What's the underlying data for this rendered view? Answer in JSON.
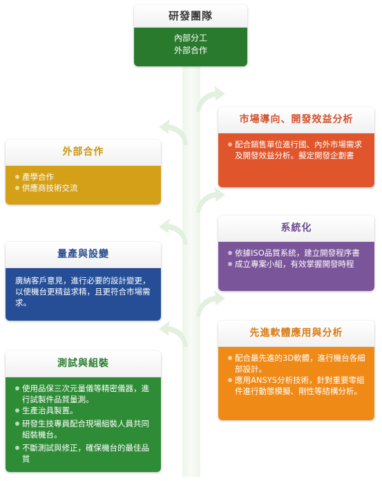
{
  "top": {
    "title": "研發團隊",
    "lines": [
      "內部分工",
      "外部合作"
    ],
    "color": "#2a7a2e"
  },
  "market": {
    "title": "市場導向、開發效益分析",
    "items": [
      "配合銷售單位進行國、內外市場需求及開發效益分析。擬定開發企劃書"
    ],
    "color": "#e0552b"
  },
  "external": {
    "title": "外部合作",
    "items": [
      "產學合作",
      "供應商技術交流"
    ],
    "color": "#d4a017"
  },
  "system": {
    "title": "系統化",
    "items": [
      "依據ISO品質系統，建立開發程序書",
      "成立專案小組，有效掌握開發時程"
    ],
    "color": "#7a5599"
  },
  "mass": {
    "title": "量產與設變",
    "text": "廣納客戶意見，進行必要的設計變更，以使機台更精益求精，且更符合市場需求。",
    "color": "#254e96"
  },
  "software": {
    "title": "先進軟體應用與分析",
    "items": [
      "配合最先進的3D軟體，進行機台各細部設計。",
      "應用ANSYS分析技術，針對重要零組件進行動態模擬、剛性等結構分析。"
    ],
    "color": "#ef8a17"
  },
  "test": {
    "title": "測試與組裝",
    "items": [
      "使用品保三次元量儀等精密儀器，進行試製件品質量測。",
      "生產治具製置。",
      "研發生技專員配合現場組裝人員共同組裝機台。",
      "不斷測試與修正，確保機台的最佳品質"
    ],
    "color": "#2e8b36"
  }
}
